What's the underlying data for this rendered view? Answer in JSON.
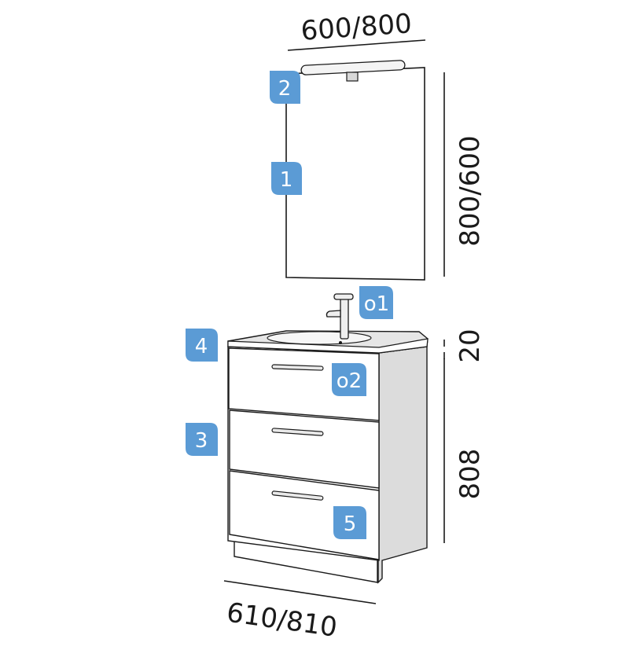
{
  "dimensions": {
    "mirror_width": "600/800",
    "mirror_height": "800/600",
    "top_thickness": "20",
    "cabinet_height": "808",
    "cabinet_width": "610/810"
  },
  "badges": {
    "mirror": "1",
    "light": "2",
    "cabinet": "3",
    "basin": "4",
    "drawer": "5",
    "tap_option": "o1",
    "handle_option": "o2"
  },
  "colors": {
    "badge": "#5b9bd5",
    "line": "#1a1a1a",
    "cabinet_front": "#ffffff",
    "cabinet_side": "#dcdcdc",
    "basin_top": "#e6e6e6"
  }
}
